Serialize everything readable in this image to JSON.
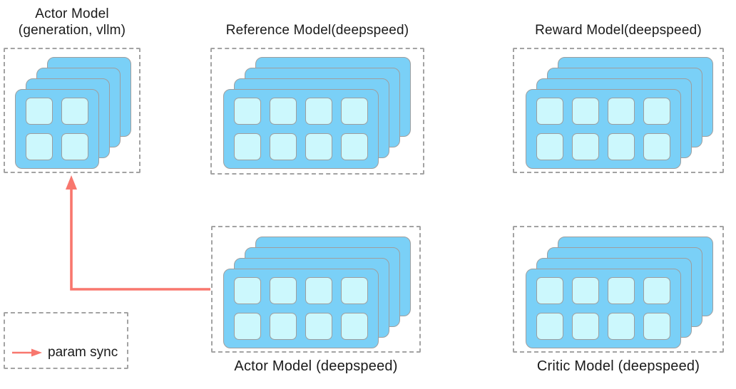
{
  "diagram": {
    "groups": {
      "actor_vllm": {
        "label_line1": "Actor Model",
        "label_line2": "(generation, vllm)",
        "cards": 4,
        "grid_cols": 2,
        "grid_rows": 2
      },
      "reference": {
        "label": "Reference Model(deepspeed)",
        "cards": 4,
        "grid_cols": 4,
        "grid_rows": 2
      },
      "reward": {
        "label": "Reward Model(deepspeed)",
        "cards": 4,
        "grid_cols": 4,
        "grid_rows": 2
      },
      "actor_deepspeed": {
        "label": "Actor Model (deepspeed)",
        "cards": 4,
        "grid_cols": 4,
        "grid_rows": 2
      },
      "critic": {
        "label": "Critic Model (deepspeed)",
        "cards": 4,
        "grid_cols": 4,
        "grid_rows": 2
      }
    },
    "legend": {
      "label": "param sync",
      "icon": "right-arrow-icon"
    },
    "param_sync_arrow": {
      "from": "Actor Model (deepspeed)",
      "to": "Actor Model (generation, vllm)"
    }
  },
  "colors": {
    "card_fill": "#7ad0f7",
    "cell_fill": "#ccf8fd",
    "edge": "#9e9e9e",
    "dash": "#a3a3a3",
    "arrow": "#f8776e",
    "text": "#1a1a1a"
  }
}
